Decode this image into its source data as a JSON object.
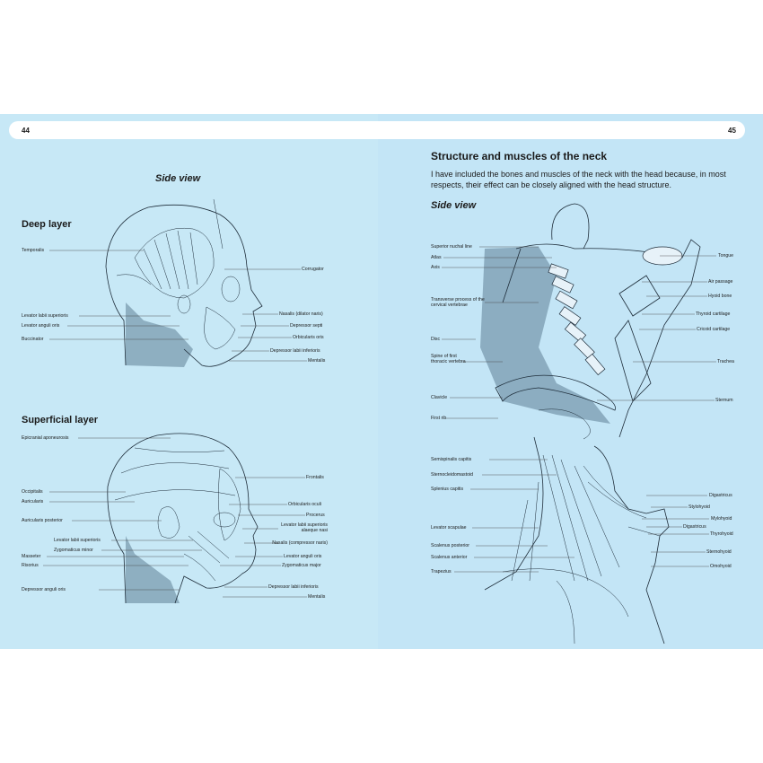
{
  "left_page": {
    "folio": "44",
    "view_title": "Side view",
    "deep": {
      "title": "Deep layer",
      "labels_left": [
        "Temporalis",
        "Levator labii superioris",
        "Levator anguli oris",
        "Buccinator"
      ],
      "labels_right": [
        "Corrugator",
        "Nasalis (dilator naris)",
        "Depressor septi",
        "Orbicularis oris",
        "Depressor labii inferioris",
        "Mentalis"
      ]
    },
    "superficial": {
      "title": "Superficial layer",
      "labels_left": [
        "Epicranial aponeurosis",
        "Occipitalis",
        "Auricularis",
        "Auricularis posterior",
        "Levator labii superioris",
        "Zygomaticus minor",
        "Masseter",
        "Risorius",
        "Depressor anguli oris"
      ],
      "labels_right": [
        "Frontalis",
        "Orbicularis oculi",
        "Procerus",
        "Levator labii superioris alaeque nasi",
        "Nasalis (compressor naris)",
        "Levator anguli oris",
        "Zygomaticus major",
        "Depressor labii inferioris",
        "Mentalis"
      ]
    }
  },
  "right_page": {
    "folio": "45",
    "title": "Structure and muscles of the neck",
    "intro": "I have included the bones and muscles of the neck with the head because, in most respects, their effect can be closely aligned with the head structure.",
    "view_title": "Side view",
    "skeleton": {
      "labels_left": [
        "Superior nuchal line",
        "Atlas",
        "Axis",
        "Transverse process of the cervical vertebrae",
        "Disc",
        "Spine of first thoracic vertebra",
        "Clavicle",
        "First rib"
      ],
      "labels_right": [
        "Tongue",
        "Air passage",
        "Hyoid bone",
        "Thyroid cartilage",
        "Cricoid cartilage",
        "Trachea",
        "Sternum"
      ]
    },
    "muscles": {
      "labels_left": [
        "Semispinalis capitis",
        "Sternocleidomastoid",
        "Splenius capitis",
        "Levator scapulae",
        "Scalenus posterior",
        "Scalenus anterior",
        "Trapezius"
      ],
      "labels_right": [
        "Digastricus",
        "Stylohyoid",
        "Mylohyoid",
        "Digastricus",
        "Thyrohyoid",
        "Sternohyoid",
        "Omohyoid"
      ]
    }
  }
}
